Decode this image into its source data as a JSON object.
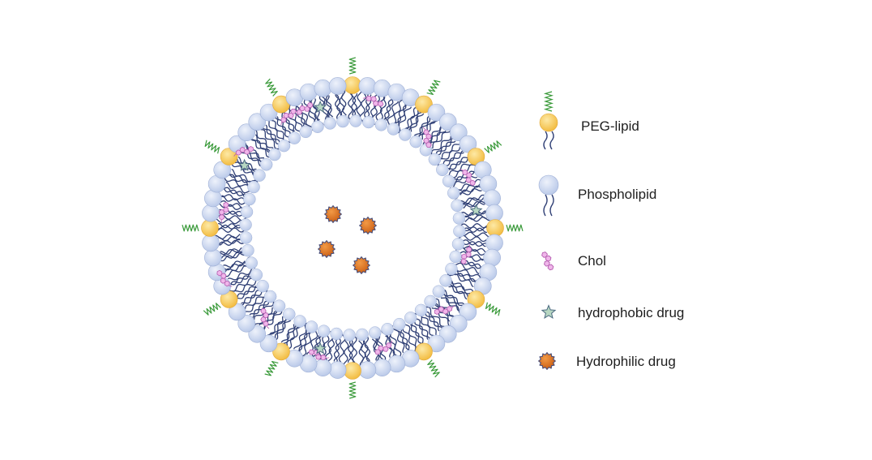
{
  "legend": [
    {
      "key": "peg_lipid",
      "label": "PEG-lipid",
      "icon": "peg-lipid-icon"
    },
    {
      "key": "phospholipid",
      "label": "Phospholipid",
      "icon": "phospholipid-icon"
    },
    {
      "key": "chol",
      "label": "Chol",
      "icon": "cholesterol-icon"
    },
    {
      "key": "hydrophobic_drug",
      "label": "hydrophobic drug",
      "icon": "star-icon"
    },
    {
      "key": "hydrophilic_drug",
      "label": "Hydrophilic drug",
      "icon": "spiky-ball-icon"
    }
  ],
  "colors": {
    "phospholipid_head": "#c6d3ee",
    "phospholipid_head_edge": "#9fb0d6",
    "peg_head": "#f7cb58",
    "peg_head_edge": "#e0a83a",
    "tail": "#2f3f75",
    "peg_chain": "#3a9a3a",
    "cholesterol": "#f0b6ea",
    "cholesterol_edge": "#b55cb0",
    "hydrophobic_drug": "#b7d7c2",
    "hydrophobic_drug_edge": "#4b6a80",
    "hydrophilic_drug": "#e0731f",
    "hydrophilic_drug_edge": "#4a4f7a"
  }
}
